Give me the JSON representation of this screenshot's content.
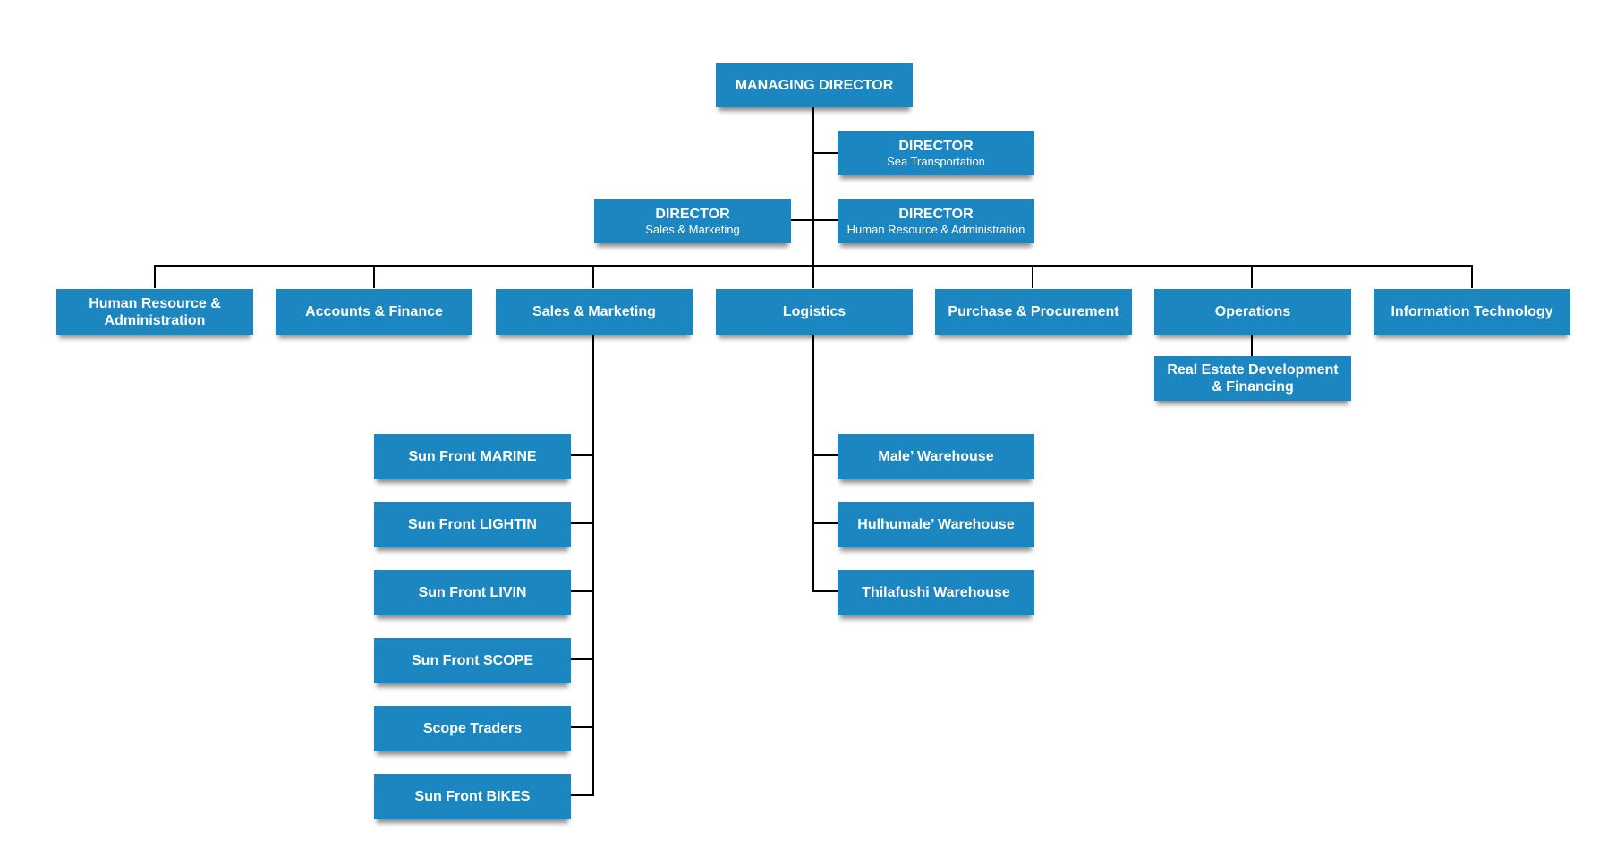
{
  "colors": {
    "box": "#1c86c0",
    "line": "#000000",
    "text": "#ffffff"
  },
  "managing_director": {
    "title": "MANAGING DIRECTOR"
  },
  "directors": {
    "sea": {
      "title": "DIRECTOR",
      "sub": "Sea Transportation"
    },
    "sales": {
      "title": "DIRECTOR",
      "sub": "Sales & Marketing"
    },
    "hr": {
      "title": "DIRECTOR",
      "sub": "Human Resource & Administration"
    }
  },
  "departments": {
    "hr_line1": "Human Resource &",
    "hr_line2": "Administration",
    "accounts": "Accounts & Finance",
    "sales": "Sales & Marketing",
    "logistics": "Logistics",
    "purchase": "Purchase & Procurement",
    "operations": "Operations",
    "it": "Information Technology"
  },
  "operations_sub": {
    "line1": "Real Estate Development",
    "line2": "& Financing"
  },
  "sales_units": [
    "Sun Front MARINE",
    "Sun Front LIGHTIN",
    "Sun Front LIVIN",
    "Sun Front SCOPE",
    "Scope Traders",
    "Sun Front BIKES"
  ],
  "warehouses": [
    "Male’ Warehouse",
    "Hulhumale’ Warehouse",
    "Thilafushi Warehouse"
  ]
}
